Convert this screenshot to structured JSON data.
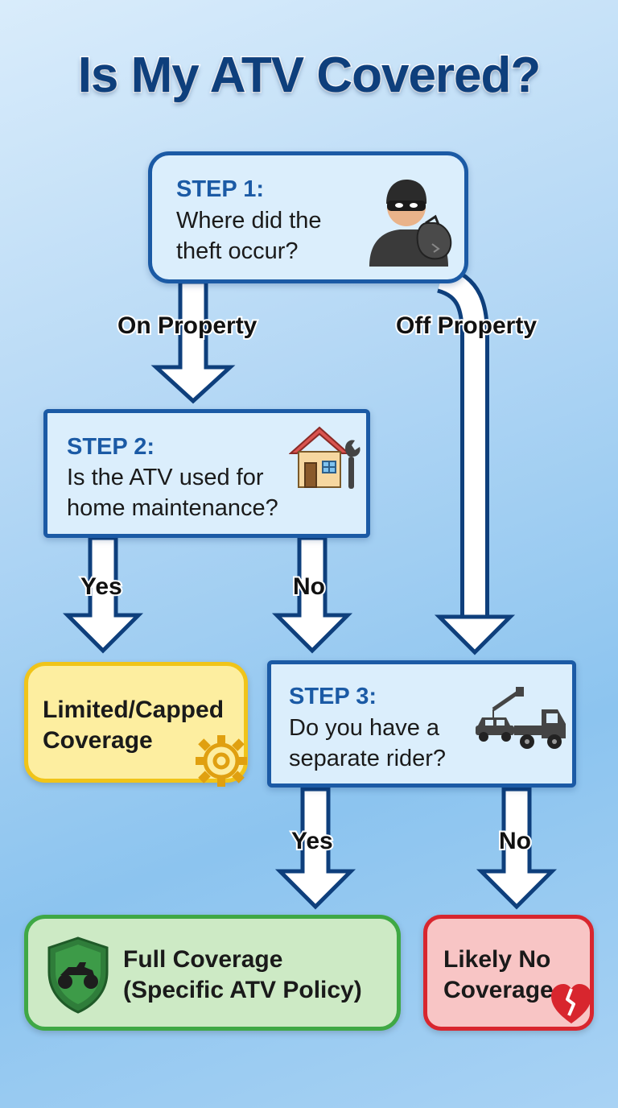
{
  "title": "Is My ATV Covered?",
  "step1": {
    "label": "STEP 1:",
    "question": "Where did the\ntheft occur?",
    "icon": "thief-icon"
  },
  "step2": {
    "label": "STEP 2:",
    "question": "Is the ATV used for\nhome maintenance?",
    "icon": "house-wrench-icon"
  },
  "step3": {
    "label": "STEP 3:",
    "question": "Do you have a\nseparate rider?",
    "icon": "tow-truck-icon"
  },
  "edges": {
    "on_property": "On Property",
    "off_property": "Off Property",
    "step2_yes": "Yes",
    "step2_no": "No",
    "step3_yes": "Yes",
    "step3_no": "No"
  },
  "results": {
    "limited": {
      "text": "Limited/Capped\nCoverage",
      "icon": "gear-icon"
    },
    "full": {
      "text": "Full Coverage\n(Specific ATV Policy)",
      "icon": "shield-atv-icon"
    },
    "none": {
      "text": "Likely No\nCoverage",
      "icon": "broken-heart-icon"
    }
  },
  "colors": {
    "primary": "#1b5aa5",
    "title": "#0e3f7c",
    "step_fill": "#dbeefc",
    "limited_border": "#f0c419",
    "limited_fill": "#fdeea0",
    "full_border": "#3fa845",
    "full_fill": "#cdeac5",
    "none_border": "#d8262e",
    "none_fill": "#f8c5c5"
  }
}
